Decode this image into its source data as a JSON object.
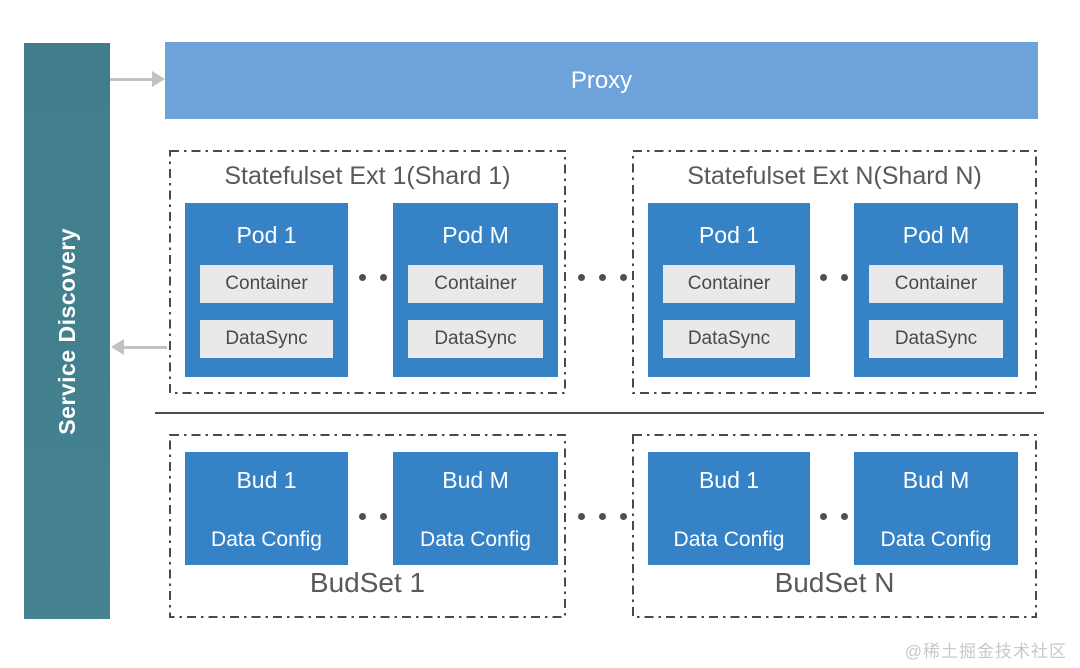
{
  "colors": {
    "sidebar_teal": "#417D8B",
    "proxy_blue": "#6DA3DA",
    "pod_blue": "#3583C6",
    "component_gray": "#E9E9E9",
    "dash_border_gray": "#4A4A4A",
    "title_gray": "#595959",
    "arrow_gray": "#C2C2C2"
  },
  "sidebar": {
    "label": "Service Discovery"
  },
  "proxy": {
    "label": "Proxy"
  },
  "shards": [
    {
      "title": "Statefulset Ext 1(Shard 1)",
      "pods": [
        {
          "title": "Pod 1",
          "components": [
            "Container",
            "DataSync"
          ]
        },
        {
          "title": "Pod M",
          "components": [
            "Container",
            "DataSync"
          ]
        }
      ]
    },
    {
      "title": "Statefulset Ext N(Shard N)",
      "pods": [
        {
          "title": "Pod 1",
          "components": [
            "Container",
            "DataSync"
          ]
        },
        {
          "title": "Pod M",
          "components": [
            "Container",
            "DataSync"
          ]
        }
      ]
    }
  ],
  "budsets": [
    {
      "title": "BudSet 1",
      "buds": [
        {
          "title": "Bud 1",
          "config": "Data Config"
        },
        {
          "title": "Bud M",
          "config": "Data Config"
        }
      ]
    },
    {
      "title": "BudSet N",
      "buds": [
        {
          "title": "Bud 1",
          "config": "Data Config"
        },
        {
          "title": "Bud M",
          "config": "Data Config"
        }
      ]
    }
  ],
  "watermark": "@稀土掘金技术社区"
}
